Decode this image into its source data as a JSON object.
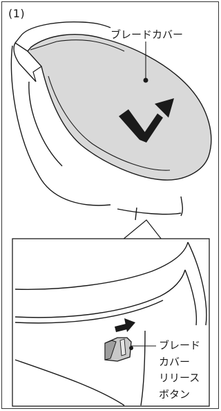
{
  "step": {
    "label": "(1)"
  },
  "callouts": {
    "blade_cover": "ブレードカバー",
    "release_button": {
      "line1": "ブレード",
      "line2": "カバー",
      "line3": "リリース",
      "line4": "ボタン"
    }
  },
  "colors": {
    "line": "#1a1a1a",
    "cover_fill": "#d9d9d9",
    "arrow": "#1a1a1a"
  }
}
